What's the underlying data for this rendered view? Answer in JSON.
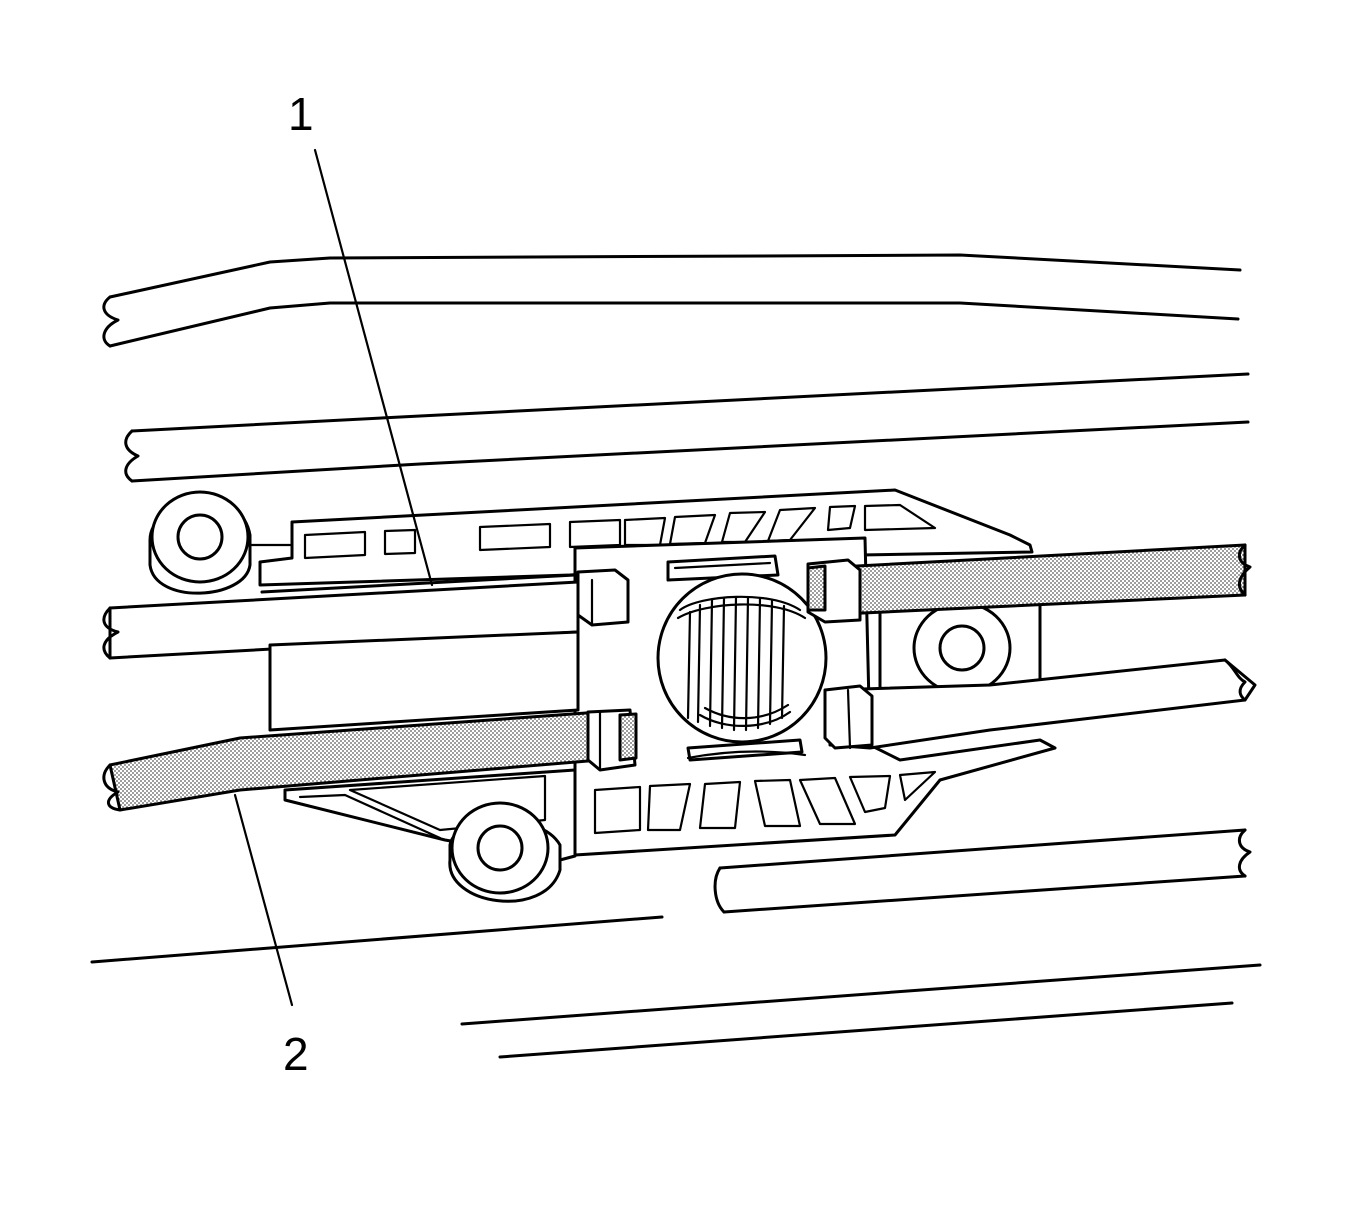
{
  "callouts": [
    {
      "id": "1",
      "text": "1"
    },
    {
      "id": "2",
      "text": "2"
    }
  ],
  "colors": {
    "line": "#000000",
    "background": "#ffffff",
    "stipple": "#5a5a5a"
  }
}
